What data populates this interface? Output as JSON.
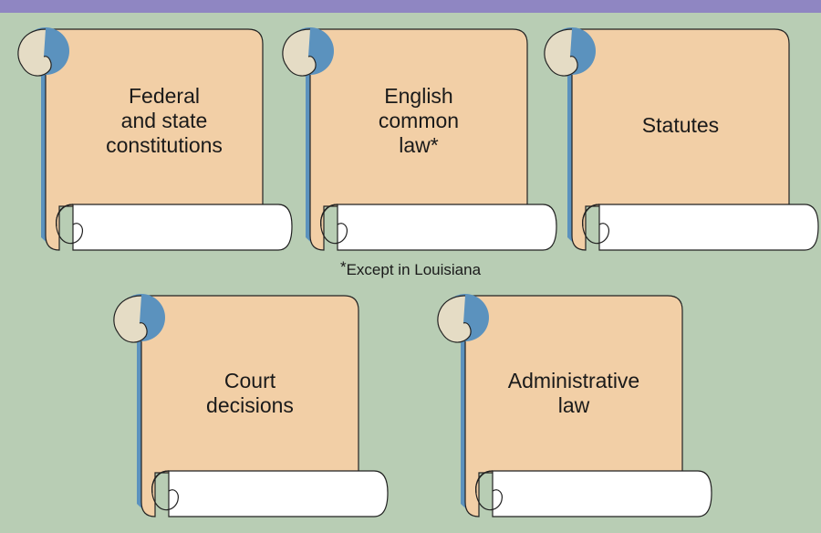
{
  "colors": {
    "background": "#b8cdb4",
    "top_band": "#8f86c2",
    "parchment": "#f2cfa6",
    "curl": "#e5dcc5",
    "shadow": "#5b92be",
    "bottom_roll": "#ffffff"
  },
  "scrolls": [
    {
      "label": "Federal\nand state\nconstitutions"
    },
    {
      "label": "English\ncommon\nlaw*"
    },
    {
      "label": "Statutes"
    },
    {
      "label": "Court\ndecisions"
    },
    {
      "label": "Administrative\nlaw"
    }
  ],
  "footnote": {
    "marker": "*",
    "text": "Except in Louisiana"
  }
}
